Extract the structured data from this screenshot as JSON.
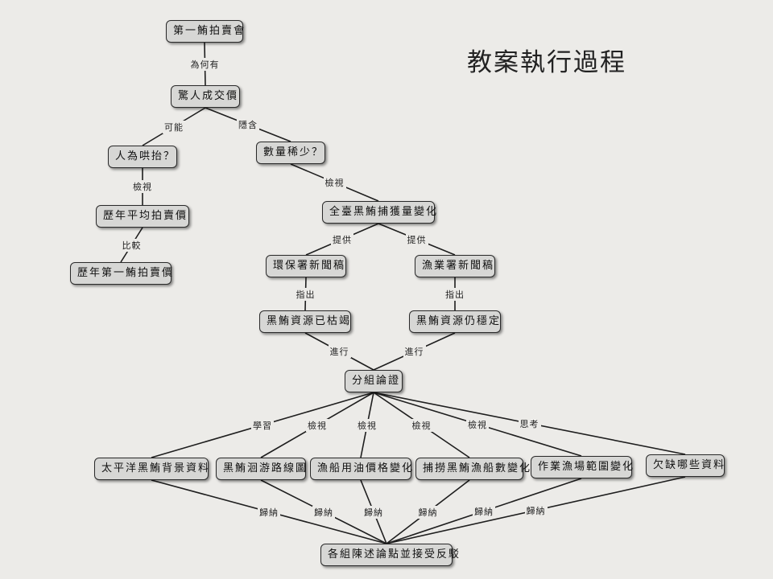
{
  "title": "教案執行過程",
  "nodes": {
    "n1": "第一鮪拍賣會",
    "n2": "驚人成交價",
    "n3": "人為哄抬？",
    "n4": "數量稀少？",
    "n5": "歷年平均拍賣價",
    "n6": "歷年第一鮪拍賣價",
    "n7": "全臺黑鮪捕獲量變化",
    "n8": "環保署新聞稿",
    "n9": "漁業署新聞稿",
    "n10": "黑鮪資源已枯竭",
    "n11": "黑鮪資源仍穩定",
    "n12": "分組論證",
    "n13": "太平洋黑鮪背景資料",
    "n14": "黑鮪洄游路線圖",
    "n15": "漁船用油價格變化",
    "n16": "捕撈黑鮪漁船數變化",
    "n17": "作業漁場範圍變化",
    "n18": "欠缺哪些資料",
    "n19": "各組陳述論點並接受反駁"
  },
  "edges": [
    {
      "from": "n1",
      "to": "n2",
      "label": "為何有"
    },
    {
      "from": "n2",
      "to": "n3",
      "label": "可能"
    },
    {
      "from": "n2",
      "to": "n4",
      "label": "隱含"
    },
    {
      "from": "n3",
      "to": "n5",
      "label": "檢視"
    },
    {
      "from": "n5",
      "to": "n6",
      "label": "比較"
    },
    {
      "from": "n4",
      "to": "n7",
      "label": "檢視"
    },
    {
      "from": "n7",
      "to": "n8",
      "label": "提供"
    },
    {
      "from": "n7",
      "to": "n9",
      "label": "提供"
    },
    {
      "from": "n8",
      "to": "n10",
      "label": "指出"
    },
    {
      "from": "n9",
      "to": "n11",
      "label": "指出"
    },
    {
      "from": "n10",
      "to": "n12",
      "label": "進行"
    },
    {
      "from": "n11",
      "to": "n12",
      "label": "進行"
    },
    {
      "from": "n12",
      "to": "n13",
      "label": "學習"
    },
    {
      "from": "n12",
      "to": "n14",
      "label": "檢視"
    },
    {
      "from": "n12",
      "to": "n15",
      "label": "檢視"
    },
    {
      "from": "n12",
      "to": "n16",
      "label": "檢視"
    },
    {
      "from": "n12",
      "to": "n17",
      "label": "檢視"
    },
    {
      "from": "n12",
      "to": "n18",
      "label": "思考"
    },
    {
      "from": "n13",
      "to": "n19",
      "label": "歸納"
    },
    {
      "from": "n14",
      "to": "n19",
      "label": "歸納"
    },
    {
      "from": "n15",
      "to": "n19",
      "label": "歸納"
    },
    {
      "from": "n16",
      "to": "n19",
      "label": "歸納"
    },
    {
      "from": "n17",
      "to": "n19",
      "label": "歸納"
    },
    {
      "from": "n18",
      "to": "n19",
      "label": "歸納"
    }
  ]
}
